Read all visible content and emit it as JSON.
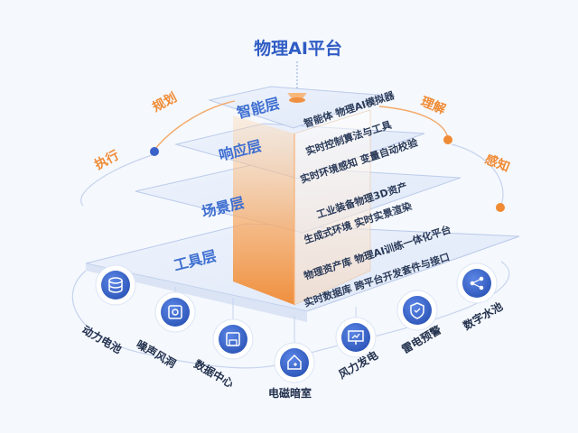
{
  "title": "物理AI平台",
  "layers": [
    {
      "label": "智能层",
      "lines": [
        "智能体 物理AI模拟器"
      ]
    },
    {
      "label": "响应层",
      "lines": [
        "实时控制算法与工具",
        "实时环境感知 变量自动校验"
      ]
    },
    {
      "label": "场景层",
      "lines": [
        "工业装备物理3D资产",
        "生成式环境 实时实景渲染"
      ]
    },
    {
      "label": "工具层",
      "lines": [
        "物理资产库 物理AI训练一体化平台",
        "实时数据库 跨平台开发套件与接口"
      ]
    }
  ],
  "flow": {
    "plan": "规划",
    "execute": "执行",
    "understand": "理解",
    "perceive": "感知"
  },
  "nodes": [
    {
      "label": "动力电池",
      "icon": "database-icon"
    },
    {
      "label": "噪声风洞",
      "icon": "chip-icon"
    },
    {
      "label": "数据中心",
      "icon": "save-icon"
    },
    {
      "label": "电磁暗室",
      "icon": "home-icon"
    },
    {
      "label": "风力发电",
      "icon": "presentation-icon"
    },
    {
      "label": "雷电预警",
      "icon": "shield-icon"
    },
    {
      "label": "数字水池",
      "icon": "share-icon"
    }
  ],
  "colors": {
    "blue": "#3a63c9",
    "orange": "#f08a33",
    "plate": "#e6edf9",
    "plate_edge": "#b8c9ea"
  }
}
